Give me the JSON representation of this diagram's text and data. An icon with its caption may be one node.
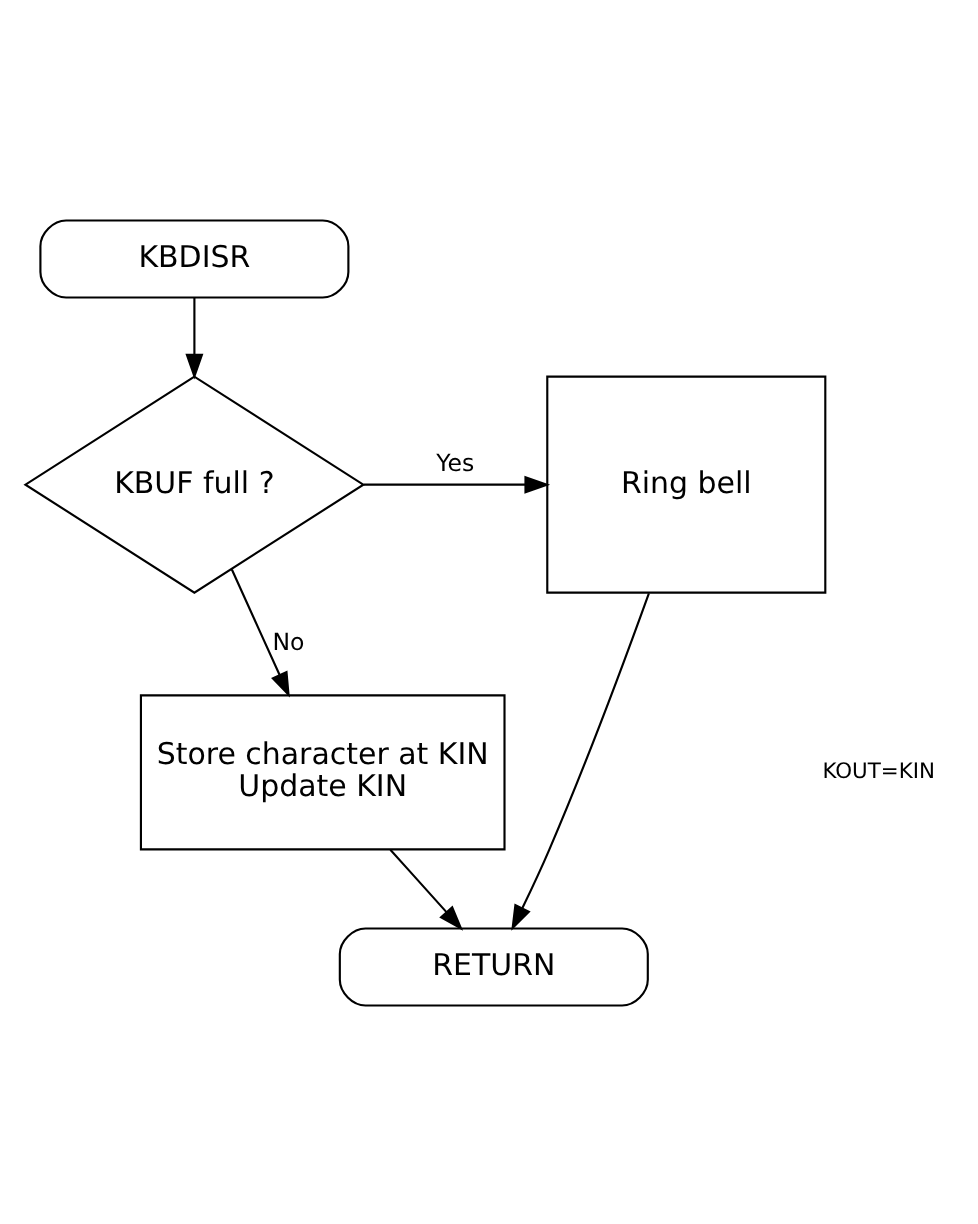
{
  "diagram": {
    "nodes": [
      {
        "text": [
          "KBDISR"
        ]
      },
      {
        "text": [
          "KBUF full ?"
        ]
      },
      {
        "text": [
          "Ring bell"
        ]
      },
      {
        "text": [
          "Store character at KIN",
          "Update KIN"
        ]
      },
      {
        "text": [
          "RETURN"
        ]
      }
    ],
    "edges": [
      {
        "from": 0,
        "to": 1,
        "arrow": "to"
      },
      {
        "from": 1,
        "to": 2,
        "arrow": "to",
        "label": "Yes"
      },
      {
        "from": 1,
        "to": 3,
        "arrow": "to",
        "label": "No"
      },
      {
        "from": 3,
        "to": 4,
        "arrow": "to"
      },
      {
        "from": 2,
        "to": 4,
        "arrow": "to"
      }
    ],
    "labels": [
      "KOUT=KIN"
    ]
  }
}
